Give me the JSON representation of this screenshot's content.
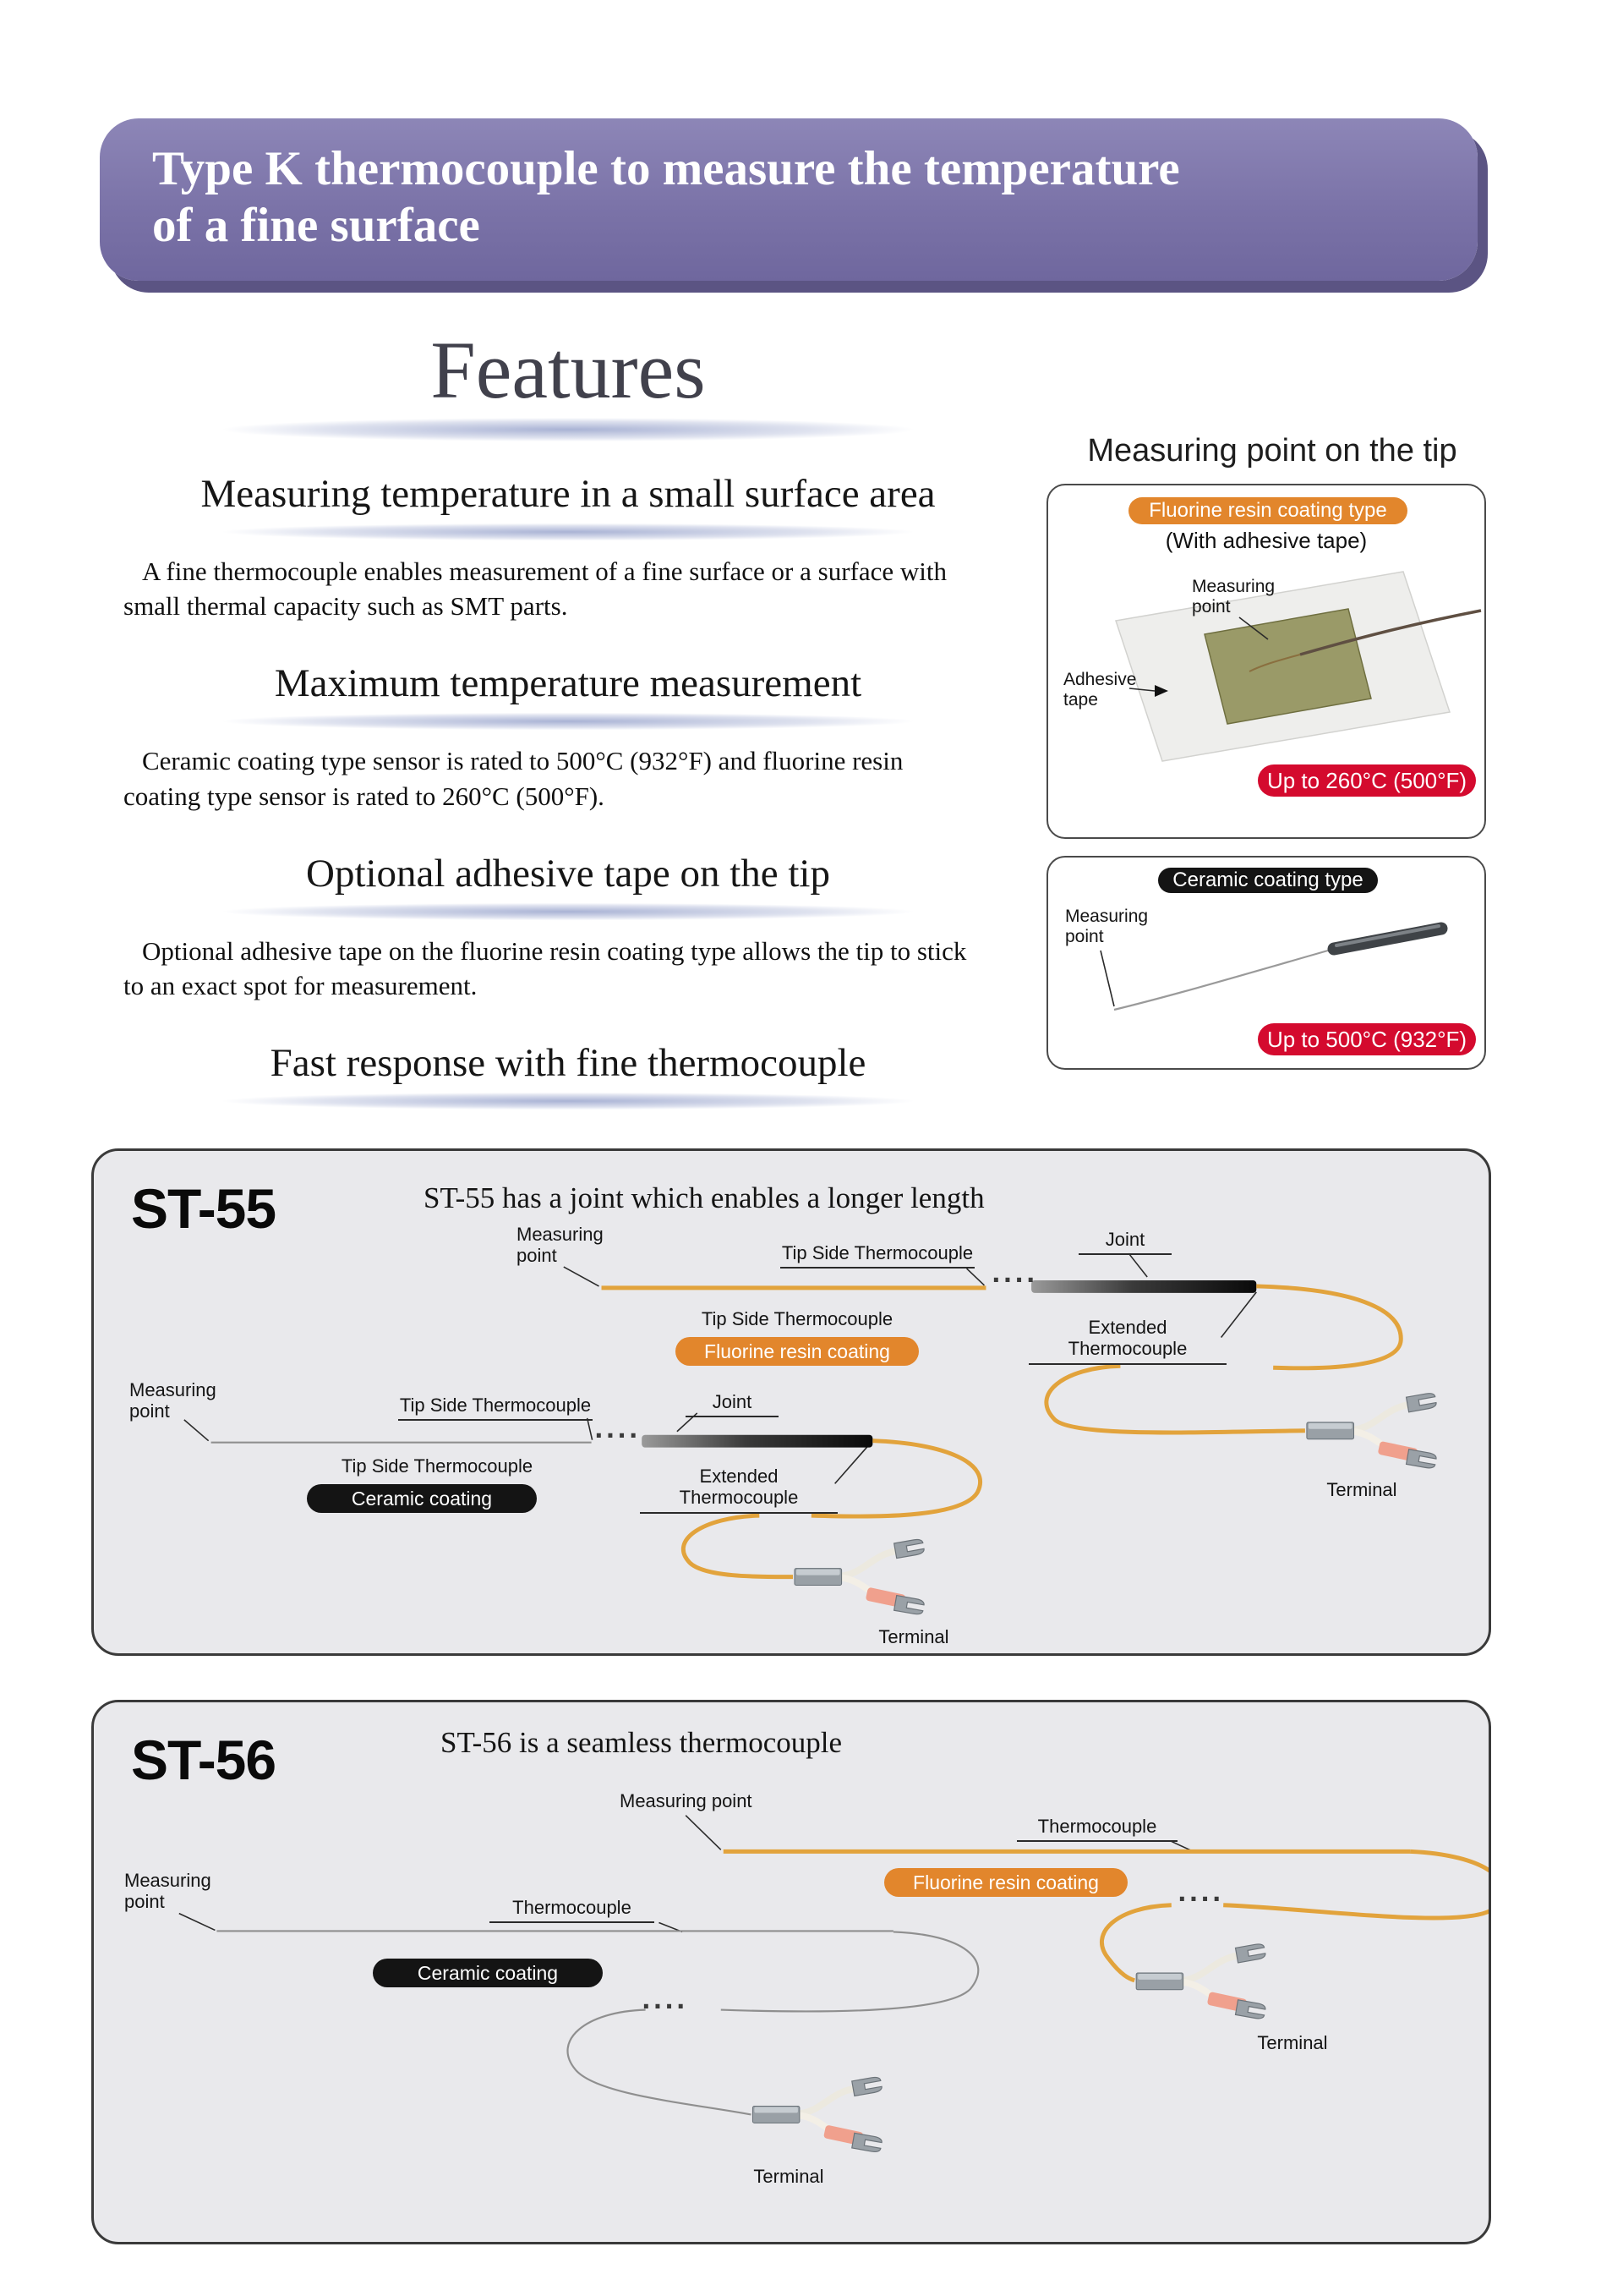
{
  "banner": {
    "line1": "Type K thermocouple to measure the temperature",
    "line2": "of a fine surface"
  },
  "features": {
    "heading": "Features",
    "sections": [
      {
        "title": "Measuring temperature in a small surface area",
        "body": "A fine thermocouple enables measurement of a fine surface or a surface with small thermal capacity such as SMT parts."
      },
      {
        "title": "Maximum temperature measurement",
        "body": "Ceramic coating type sensor is rated to 500°C (932°F) and fluorine resin coating type sensor is rated to 260°C (500°F)."
      },
      {
        "title": "Optional adhesive tape on the tip",
        "body": "Optional adhesive tape on the fluorine resin coating type allows the tip to stick to an exact spot for measurement."
      },
      {
        "title": "Fast response with fine thermocouple",
        "body": ""
      }
    ]
  },
  "tip_panel": {
    "heading": "Measuring point on the tip",
    "fluorine_box": {
      "type_label": "Fluorine resin coating type",
      "subtitle": "(With adhesive tape)",
      "measuring_point_label": "Measuring point",
      "adhesive_tape_label": "Adhesive tape",
      "rating": "Up to 260°C (500°F)"
    },
    "ceramic_box": {
      "type_label": "Ceramic coating type",
      "measuring_point_label": "Measuring point",
      "rating": "Up to 500°C (932°F)"
    }
  },
  "st55": {
    "model": "ST-55",
    "description": "ST-55 has a joint which enables a longer length",
    "labels": {
      "measuring_point": "Measuring point",
      "tip_side_thermocouple": "Tip Side Thermocouple",
      "joint": "Joint",
      "extended_thermocouple": "Extended Thermocouple",
      "fluorine_resin_coating": "Fluorine resin coating",
      "ceramic_coating": "Ceramic coating",
      "terminal": "Terminal",
      "dots": "····"
    }
  },
  "st56": {
    "model": "ST-56",
    "description": "ST-56 is a seamless thermocouple",
    "labels": {
      "measuring_point": "Measuring point",
      "thermocouple": "Thermocouple",
      "fluorine_resin_coating": "Fluorine resin coating",
      "ceramic_coating": "Ceramic coating",
      "terminal": "Terminal",
      "dots": "····"
    }
  },
  "colors": {
    "banner_purple": "#7b73a8",
    "accent_orange": "#e2862c",
    "badge_red": "#d40a2e",
    "pill_black": "#141414",
    "wire_orange": "#e2a33c",
    "panel_gray": "#e9e9ec"
  }
}
